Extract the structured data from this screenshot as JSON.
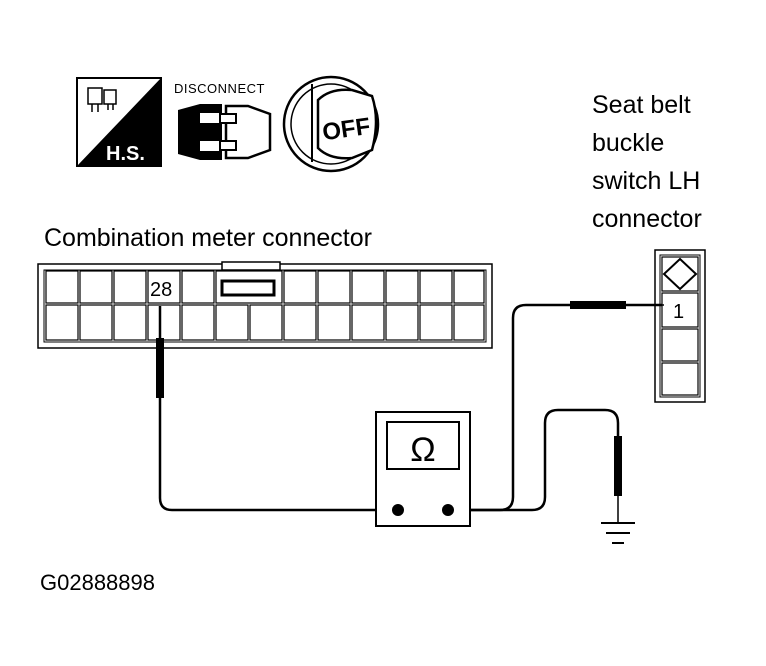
{
  "icons": {
    "hs_label": "H.S.",
    "disconnect_label": "DISCONNECT",
    "ignition_label": "OFF"
  },
  "combination_meter": {
    "title": "Combination meter connector",
    "terminal": "28"
  },
  "seat_belt": {
    "title_lines": [
      "Seat belt",
      "buckle",
      "switch LH",
      "connector"
    ],
    "terminal": "1"
  },
  "meter": {
    "symbol": "Ω"
  },
  "figure_id": "G02888898"
}
